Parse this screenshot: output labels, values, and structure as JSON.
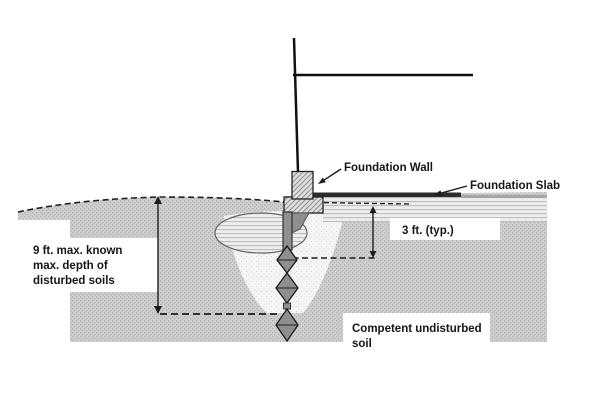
{
  "labels": {
    "foundation_wall": "Foundation Wall",
    "foundation_slab": "Foundation Slab",
    "typical_depth": "3 ft. (typ.)",
    "max_depth_line1": "9 ft. max. known",
    "max_depth_line2": "max. depth of",
    "max_depth_line3": "disturbed soils",
    "competent_soil_line1": "Competent undisturbed",
    "competent_soil_line2": "soil"
  },
  "colors": {
    "soil_stipple_base": "#cfcfcf",
    "soil_stipple_dot": "#b0b0b0",
    "disturbed_zone_base": "#f5f5f5",
    "disturbed_zone_dot": "#d9d9d9",
    "stripe_band_base": "#ededed",
    "stripe_line": "#bdbdbd",
    "structure_hatch_base": "#dedede",
    "structure_hatch_line": "#909090",
    "slab_fill": "#2d2d2d",
    "pier_fill": "#8f8f8f",
    "line_color": "#1c1c1c"
  }
}
